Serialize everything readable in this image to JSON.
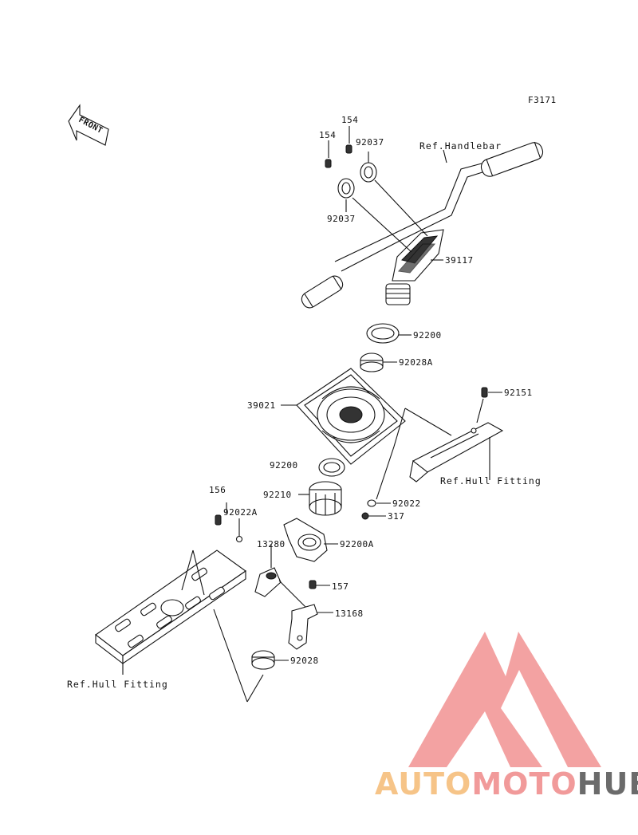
{
  "figure_id": "F3171",
  "front_label": "FRONT",
  "refs": {
    "handlebar": "Ref.Handlebar",
    "hull_fitting_right": "Ref.Hull Fitting",
    "hull_fitting_left": "Ref.Hull Fitting"
  },
  "parts": {
    "p154a": "154",
    "p154b": "154",
    "p92037a": "92037",
    "p92037b": "92037",
    "p39117": "39117",
    "p92200a": "92200",
    "p92028A": "92028A",
    "p39021": "39021",
    "p92151": "92151",
    "p92200b": "92200",
    "p92210": "92210",
    "p92022": "92022",
    "p317": "317",
    "p156": "156",
    "p92022A": "92022A",
    "p13280": "13280",
    "p92200A": "92200A",
    "p157": "157",
    "p13168": "13168",
    "p92028": "92028"
  },
  "watermark": {
    "part1": "AUTO",
    "part2": "MOTO",
    "part3": "HUB",
    "colors": {
      "auto": "#f6c488",
      "moto": "#f19a9a",
      "hub": "#6b6b6b",
      "mark": "#f29a9a"
    }
  }
}
